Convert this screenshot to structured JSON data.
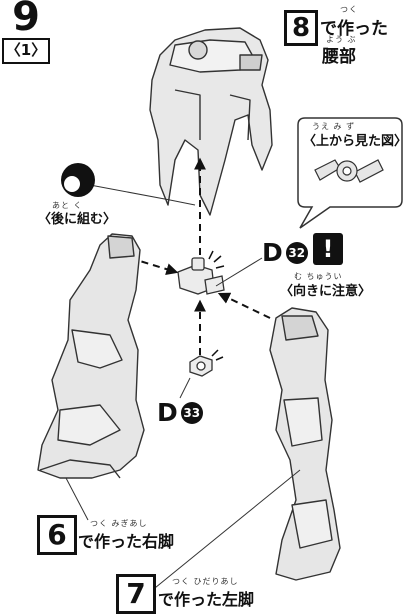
{
  "step": {
    "number": "9",
    "sub": "〈1〉"
  },
  "waist": {
    "ref": "8",
    "ruby_top": "つく",
    "text": "で作った",
    "ruby_bottom": "よう ぶ",
    "name": "腰部"
  },
  "later": {
    "ruby": "あと   く",
    "text": "〈後に組む〉"
  },
  "topview": {
    "ruby": "うえ        み ず",
    "text": "〈上から見た図〉"
  },
  "part_d32": {
    "letter": "D",
    "num": "32"
  },
  "part_d33": {
    "letter": "D",
    "num": "33"
  },
  "warning": {
    "icon": "!",
    "ruby": "む     ちゅうい",
    "text": "〈向きに注意〉"
  },
  "right_leg": {
    "ref": "6",
    "ruby": "つく        みぎあし",
    "text": "で作った右脚"
  },
  "left_leg": {
    "ref": "7",
    "ruby": "つく        ひだりあし",
    "text": "で作った左脚"
  }
}
